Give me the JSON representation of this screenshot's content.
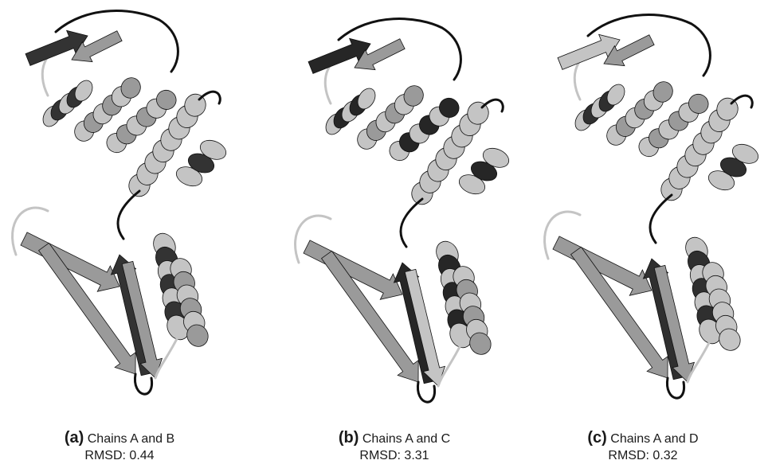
{
  "figure": {
    "panels": [
      {
        "tag": "(a)",
        "label": "Chains A and B",
        "rmsd_text": "RMSD: 0.44",
        "rmsd_value": 0.44,
        "highlight_shade": "#333333"
      },
      {
        "tag": "(b)",
        "label": "Chains A and C",
        "rmsd_text": "RMSD: 3.31",
        "rmsd_value": 3.31,
        "highlight_shade": "#262626"
      },
      {
        "tag": "(c)",
        "label": "Chains A and D",
        "rmsd_text": "RMSD: 0.32",
        "rmsd_value": 0.32,
        "highlight_shade": "#2f2f2f"
      }
    ],
    "colors": {
      "chain_a": "#9a9a9a",
      "chain_a_light": "#c4c4c4",
      "chain_other_dark": "#2e2e2e",
      "outline": "#111111"
    }
  }
}
